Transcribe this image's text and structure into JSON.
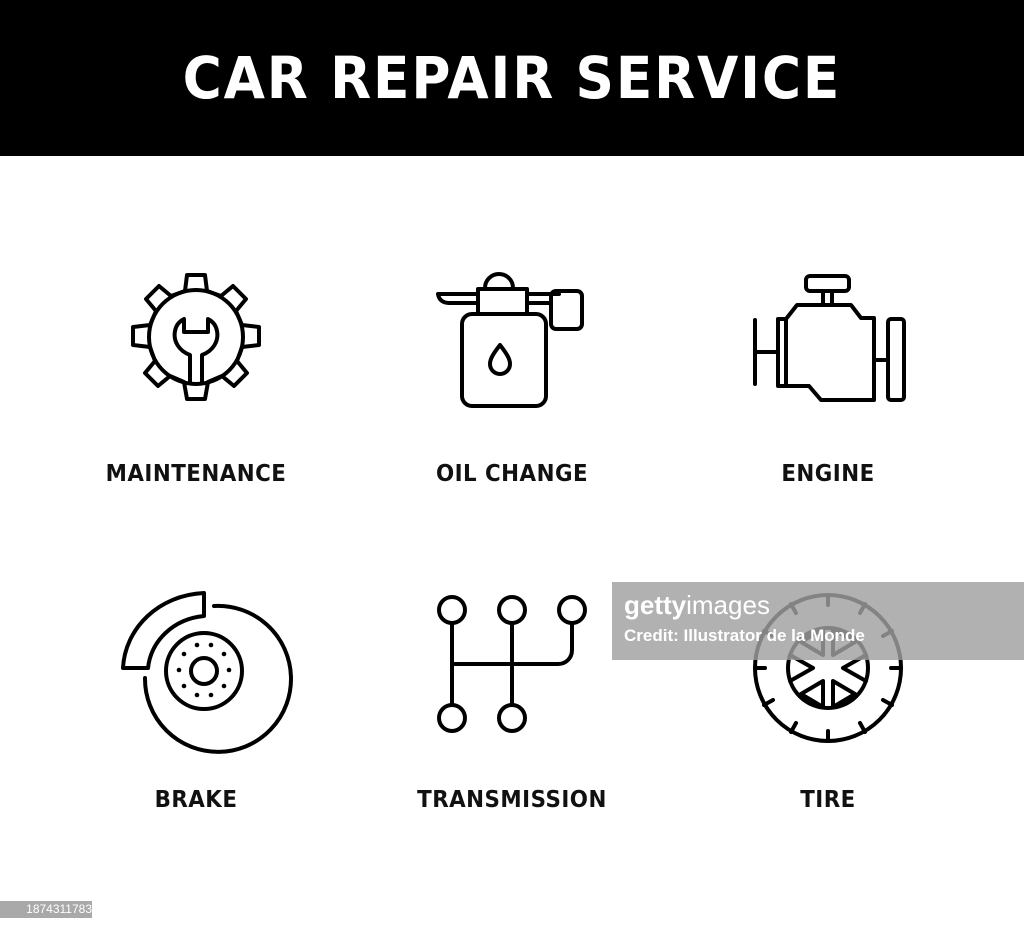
{
  "header": {
    "title": "CAR REPAIR SERVICE"
  },
  "icons": [
    {
      "id": "maintenance",
      "label": "MAINTENANCE",
      "icon": "gear-wrench-icon"
    },
    {
      "id": "oil-change",
      "label": "OIL CHANGE",
      "icon": "oil-can-icon"
    },
    {
      "id": "engine",
      "label": "ENGINE",
      "icon": "engine-icon"
    },
    {
      "id": "brake",
      "label": "BRAKE",
      "icon": "brake-disc-icon"
    },
    {
      "id": "transmission",
      "label": "TRANSMISSION",
      "icon": "gear-shift-icon"
    },
    {
      "id": "tire",
      "label": "TIRE",
      "icon": "tire-icon"
    }
  ],
  "watermark": {
    "brand_bold": "getty",
    "brand_light": "images",
    "credit": "Credit: Illustrator de la Monde"
  },
  "image_id": "1874311783",
  "colors": {
    "header_bg": "#000000",
    "header_text": "#ffffff",
    "icon_stroke": "#000000",
    "watermark_bg": "#a0a0a0"
  }
}
